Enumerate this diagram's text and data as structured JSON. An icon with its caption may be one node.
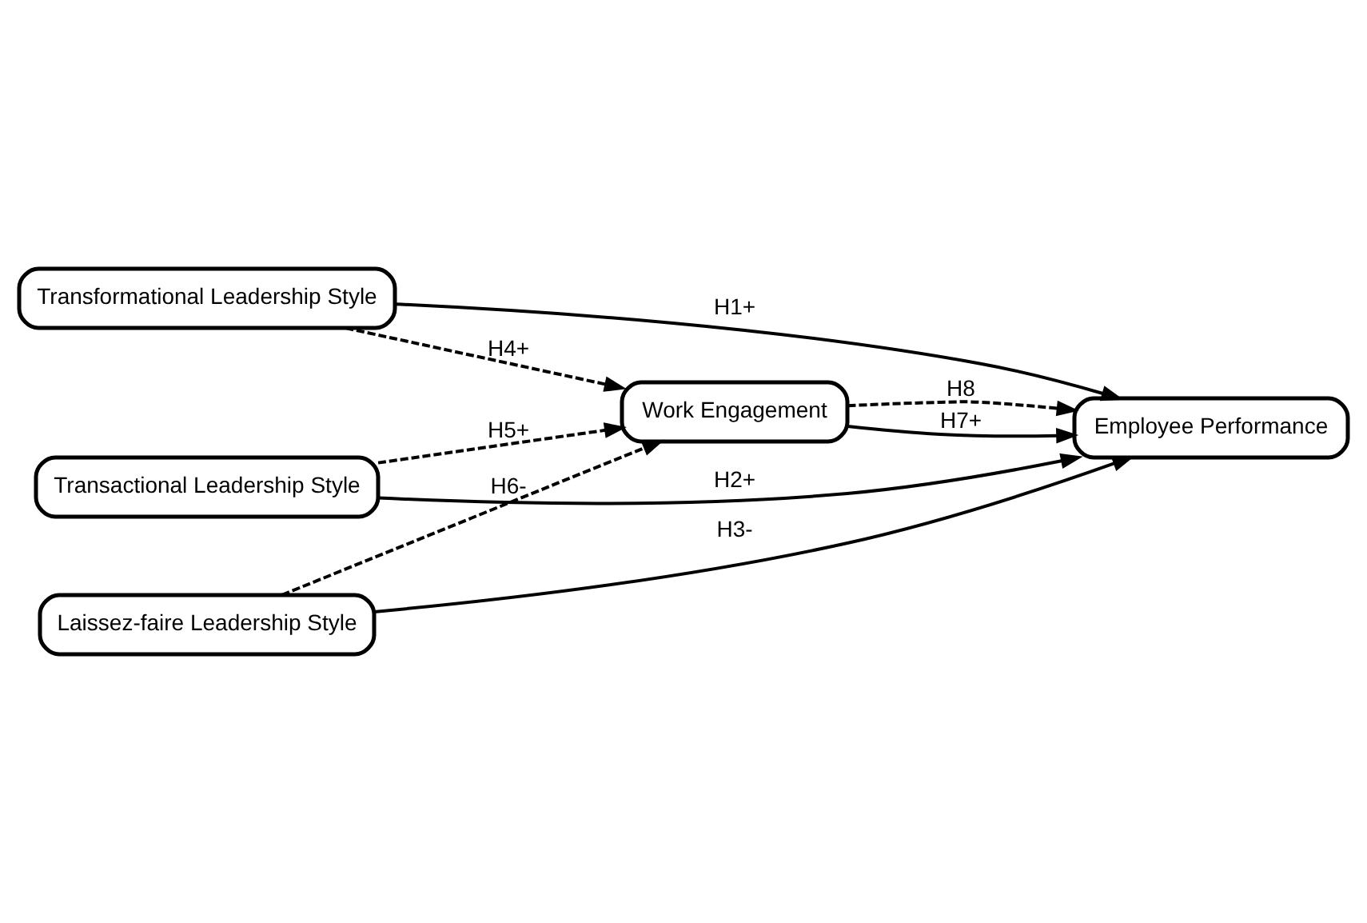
{
  "diagram": {
    "nodes": [
      {
        "text": [
          "Transformational Leadership Style"
        ]
      },
      {
        "text": [
          "Transactional Leadership Style"
        ]
      },
      {
        "text": [
          "Laissez-faire Leadership Style"
        ]
      },
      {
        "text": [
          "Employee Performance"
        ]
      },
      {
        "text": [
          "Work Engagement"
        ]
      }
    ],
    "edges": [
      {
        "from": 0,
        "to": 3,
        "arrow": "to",
        "label": "H1+"
      },
      {
        "from": 1,
        "to": 3,
        "arrow": "to",
        "label": "H2+"
      },
      {
        "from": 2,
        "to": 3,
        "arrow": "to",
        "label": "H3-"
      },
      {
        "from": 0,
        "to": 4,
        "arrow": "to",
        "label": "H4+",
        "style": "dashed"
      },
      {
        "from": 1,
        "to": 4,
        "arrow": "to",
        "label": "H5+",
        "style": "dashed"
      },
      {
        "from": 2,
        "to": 4,
        "arrow": "to",
        "label": "H6-",
        "style": "dashed"
      },
      {
        "from": 4,
        "to": 3,
        "arrow": "to",
        "label": "H7+"
      },
      {
        "from": 4,
        "to": 3,
        "arrow": "to",
        "label": "H8",
        "style": "dashed"
      }
    ]
  }
}
